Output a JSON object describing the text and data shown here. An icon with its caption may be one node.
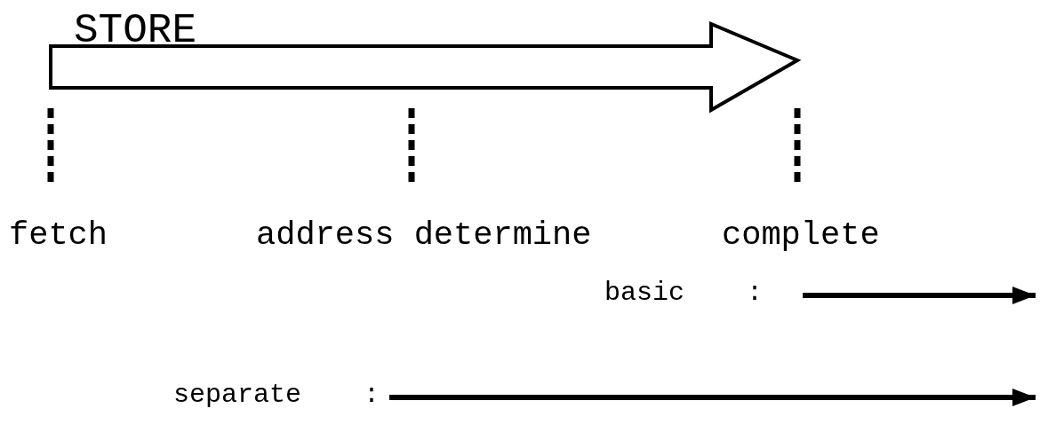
{
  "diagram": {
    "nodes": [
      {
        "text": [
          "STORE"
        ]
      }
    ],
    "labels": [
      "fetch",
      "address determine",
      "complete",
      "basic :",
      "separate :"
    ]
  }
}
